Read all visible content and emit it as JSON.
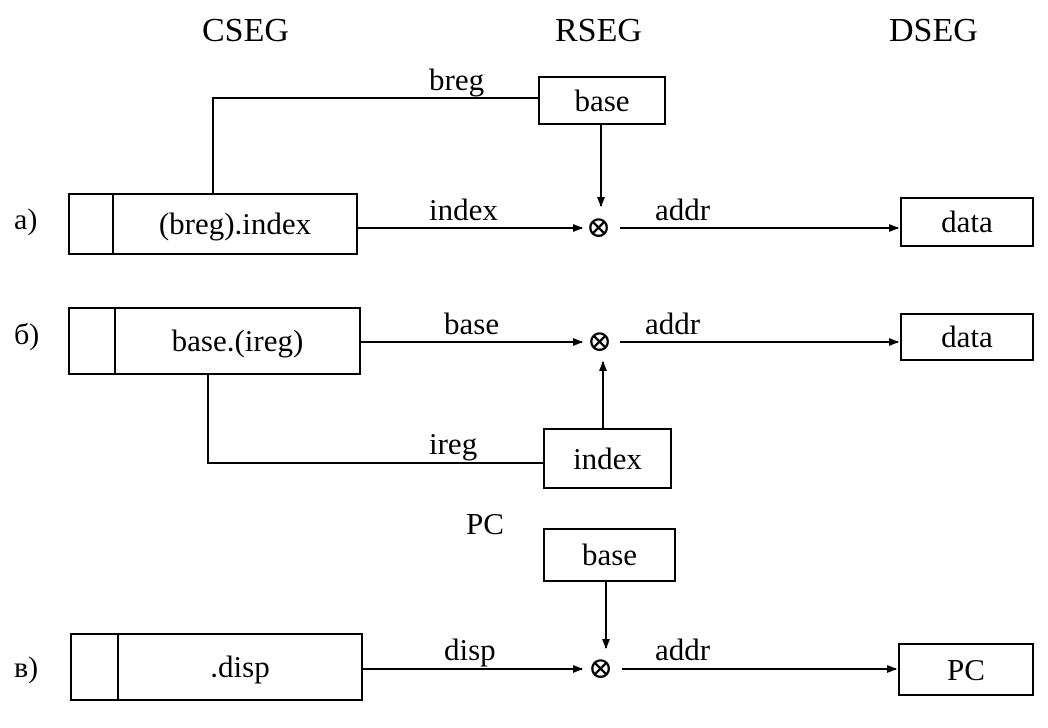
{
  "headers": {
    "cseg": "CSEG",
    "rseg": "RSEG",
    "dseg": "DSEG"
  },
  "row_a": {
    "label": "а)",
    "instruction": "(breg).index",
    "reg_box": "base",
    "reg_line_label": "breg",
    "arrow_in_label": "index",
    "arrow_out_label": "addr",
    "operator": "⊗",
    "result_box": "data"
  },
  "row_b": {
    "label": "б)",
    "instruction": "base.(ireg)",
    "reg_box": "index",
    "reg_line_label": "ireg",
    "arrow_in_label": "base",
    "arrow_out_label": "addr",
    "operator": "⊗",
    "result_box": "data"
  },
  "row_c": {
    "label": "в)",
    "instruction": ".disp",
    "reg_box": "base",
    "reg_above_label": "PC",
    "arrow_in_label": "disp",
    "arrow_out_label": "addr",
    "operator": "⊗",
    "result_box": "PC"
  }
}
